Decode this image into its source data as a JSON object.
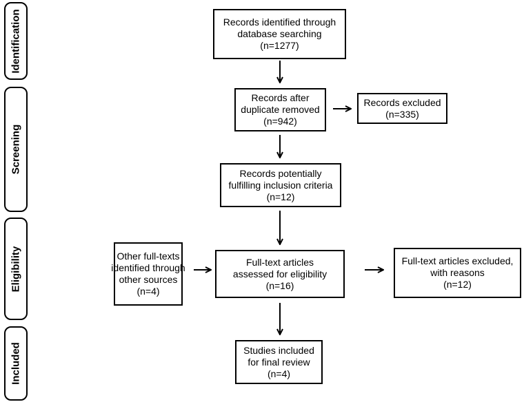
{
  "stages": {
    "identification": "Identification",
    "screening": "Screening",
    "eligibility": "Eligibility",
    "included": "Included"
  },
  "boxes": {
    "identified": {
      "line1": "Records identified through",
      "line2": "database searching",
      "line3": "(n=1277)"
    },
    "after_duplicates": {
      "line1": "Records after",
      "line2": "duplicate removed",
      "line3": "(n=942)"
    },
    "excluded": {
      "line1": "Records excluded",
      "line2": "(n=335)"
    },
    "potentially": {
      "line1": "Records potentially",
      "line2": "fulfilling inclusion criteria",
      "line3": "(n=12)"
    },
    "other_sources": {
      "line1": "Other full-texts",
      "line2": "identified through",
      "line3": "other sources",
      "line4": "(n=4)"
    },
    "assessed": {
      "line1": "Full-text articles",
      "line2": "assessed for eligibility",
      "line3": "(n=16)"
    },
    "fulltext_excluded": {
      "line1": "Full-text articles excluded,",
      "line2": "with reasons",
      "line3": "(n=12)"
    },
    "included": {
      "line1": "Studies included",
      "line2": "for final review",
      "line3": "(n=4)"
    }
  }
}
